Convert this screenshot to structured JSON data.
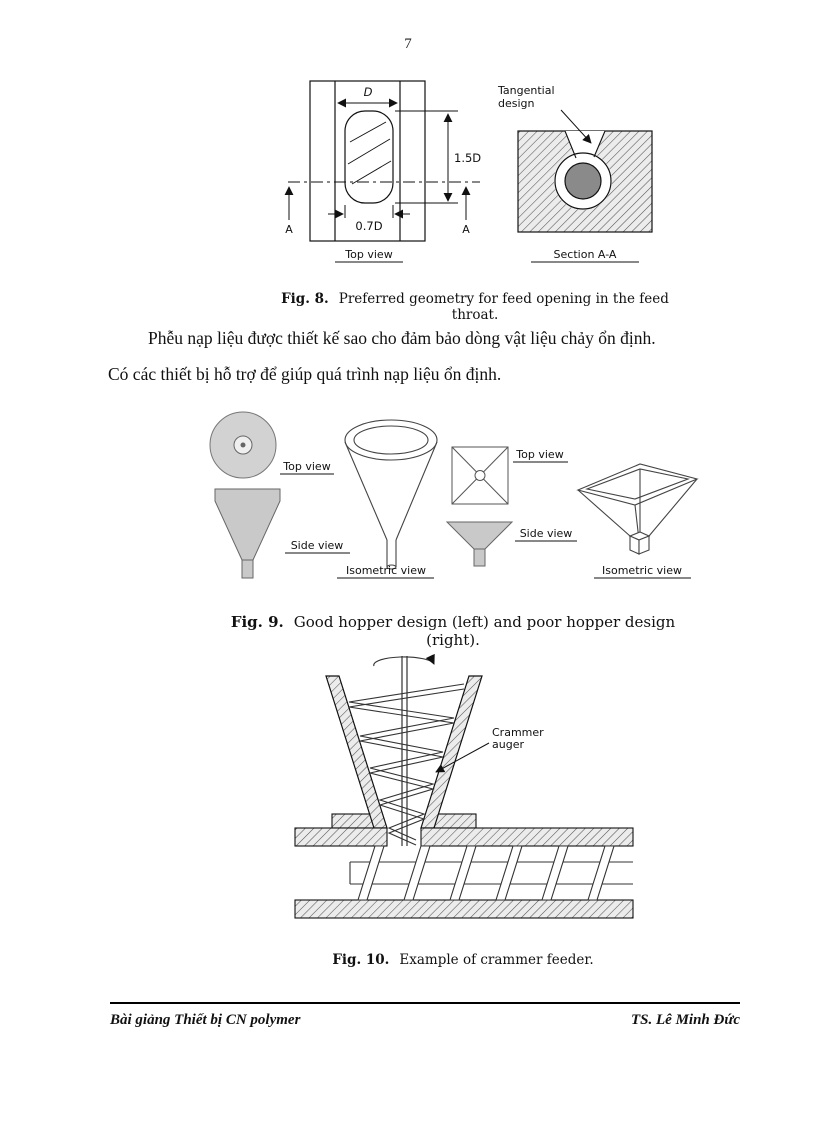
{
  "page": {
    "number": "7"
  },
  "figures": {
    "fig8": {
      "labels": {
        "dim_d": "D",
        "dim_15d": "1.5D",
        "dim_07d": "0.7D",
        "a_left": "A",
        "a_right": "A",
        "top_view": "Top view",
        "tangential_1": "Tangential",
        "tangential_2": "design",
        "section": "Section A-A"
      },
      "caption": {
        "label": "Fig. 8.",
        "text": "Preferred geometry for feed opening in the feed throat."
      }
    },
    "fig9": {
      "labels": {
        "left_top_view": "Top view",
        "left_side_view": "Side view",
        "left_isometric": "Isometric view",
        "right_top_view": "Top view",
        "right_side_view": "Side view",
        "right_isometric": "Isometric view"
      },
      "caption": {
        "label": "Fig. 9.",
        "text": "Good hopper design (left) and poor hopper design (right)."
      }
    },
    "fig10": {
      "labels": {
        "crammer_1": "Crammer",
        "crammer_2": "auger"
      },
      "caption": {
        "label": "Fig. 10.",
        "text": "Example of crammer feeder."
      }
    }
  },
  "body": {
    "line1": "Phễu nạp liệu được thiết kế sao cho đảm bảo dòng vật liệu chảy ổn định.",
    "line2": "Có các thiết bị hỗ trợ để giúp quá trình nạp liệu ổn định."
  },
  "footer": {
    "left": "Bài giảng Thiết bị CN polymer",
    "right": "TS. Lê Minh Đức"
  }
}
